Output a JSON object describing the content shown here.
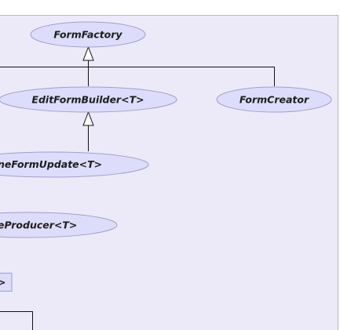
{
  "diagram": {
    "colors": {
      "canvas": "#eceaf9",
      "frame": "#b9b8c2",
      "node_fill": "#dedcfb",
      "node_stroke": "#a19ec9",
      "edge": "#111111"
    },
    "nodes": {
      "form_factory": "FormFactory",
      "edit_form_builder": "EditFormBuilder<T>",
      "form_creator": "FormCreator",
      "form_update": "neFormUpdate<T>",
      "producer": "eProducer<T>",
      "box_fragment": ">"
    },
    "edges": [
      {
        "from": "edit_form_builder",
        "to": "form_factory",
        "kind": "generalization"
      },
      {
        "from": "form_creator",
        "to": "form_factory",
        "kind": "generalization"
      },
      {
        "from": "form_update",
        "to": "edit_form_builder",
        "kind": "generalization"
      }
    ]
  }
}
